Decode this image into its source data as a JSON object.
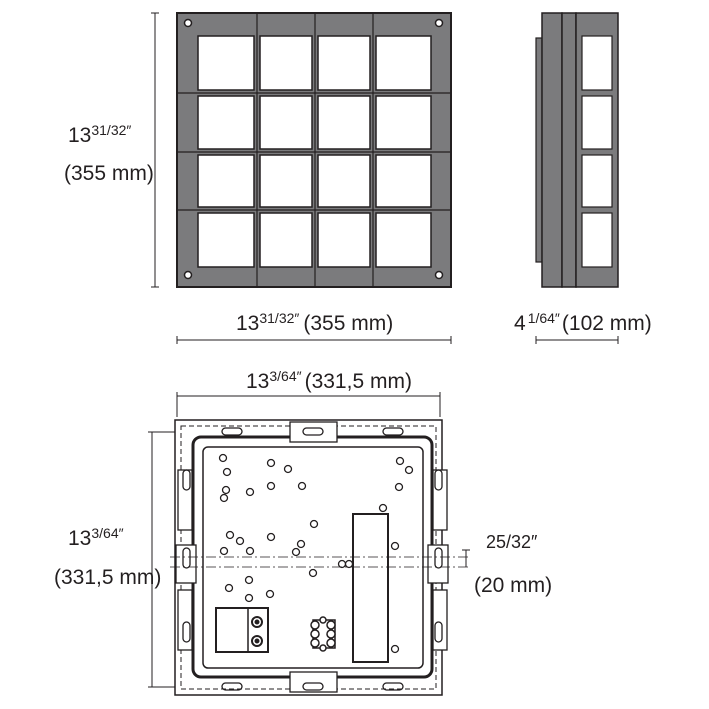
{
  "front_view": {
    "height_label": {
      "whole": "13",
      "fraction": "31/32″",
      "metric": "(355 mm)"
    },
    "width_label": {
      "whole": "13",
      "fraction": "31/32″",
      "metric": "(355 mm)"
    }
  },
  "side_view": {
    "depth_label": {
      "whole": "4",
      "fraction": "1/64″",
      "metric": "(102 mm)"
    }
  },
  "back_view": {
    "width_label": {
      "whole": "13",
      "fraction": "3/64″",
      "metric": "(331,5 mm)"
    },
    "height_label": {
      "whole": "13",
      "fraction": "3/64″",
      "metric": "(331,5 mm)"
    },
    "offset_label": {
      "fraction": "25/32″",
      "metric": "(20 mm)"
    }
  },
  "colors": {
    "frame_fill": "#7b7b7d",
    "stroke": "#231f20",
    "background": "#ffffff"
  }
}
